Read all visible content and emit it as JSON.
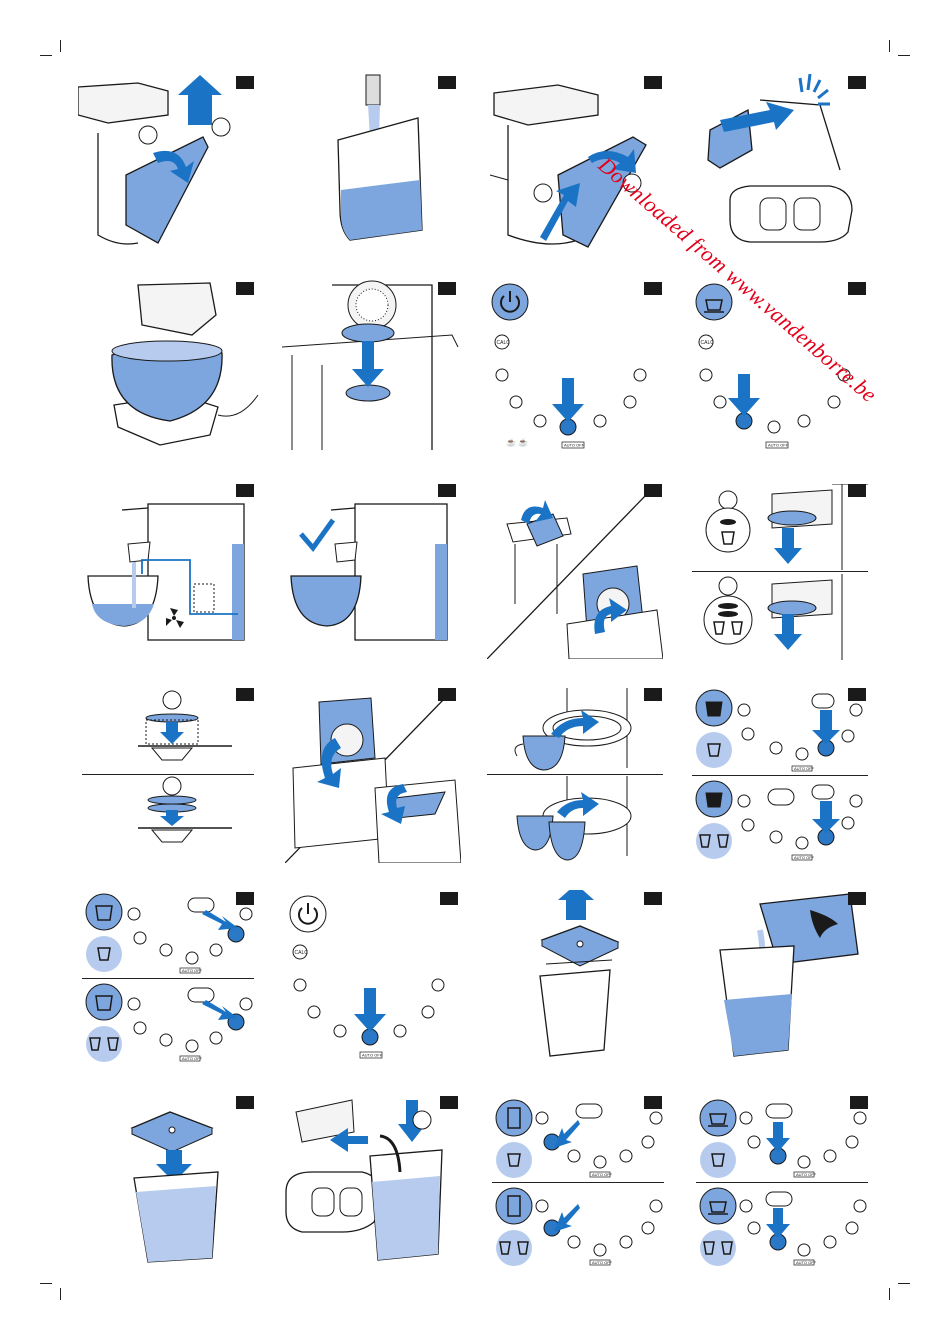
{
  "watermark": "Downloaded from www.vandenborre.be",
  "labels": {
    "calc": "CALC",
    "auto_off": "AUTO OFF"
  },
  "colors": {
    "water": "#7ea6de",
    "water_light": "#b7cbee",
    "arrow": "#1a73c4",
    "line": "#1a1a1a",
    "button_fill": "#2b78c6",
    "badge": "#1a1a1a"
  },
  "icons": [
    "power-icon",
    "cup-icon",
    "double-cup-icon",
    "espresso-icon",
    "cappuccino-icon",
    "milk-jug-icon",
    "checkmark-icon",
    "splash-icon",
    "fan-icon"
  ]
}
